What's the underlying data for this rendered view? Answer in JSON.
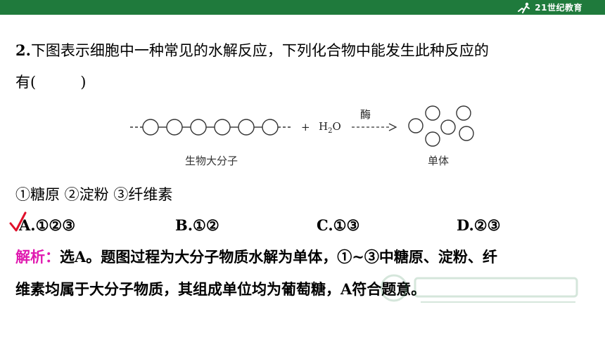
{
  "header": {
    "bar_color": "#1f7a3c",
    "logo_text": "21世纪教育"
  },
  "question": {
    "number": "2.",
    "line1": "下图表示细胞中一种常见的水解反应，下列化合物中能发生此种反应的",
    "line2": "有(　　　)"
  },
  "diagram": {
    "plus": "+",
    "water": "H",
    "water_sub": "2",
    "water_tail": "O",
    "enzyme": "酶",
    "left_caption": "生物大分子",
    "right_caption": "单体"
  },
  "compounds": "①糖原  ②淀粉  ③纤维素",
  "options": [
    {
      "label": "A.①②③"
    },
    {
      "label": "B.①②"
    },
    {
      "label": "C.①③"
    },
    {
      "label": "D.②③"
    }
  ],
  "correct_mark_color": "#e0102a",
  "analysis": {
    "label": "解析：",
    "label_color": "#e01bb0",
    "select_text": "选A。",
    "line1_rest": "题图过程为大分子物质水解为单体，①~③中糖原、淀粉、纤",
    "line2": "维素均属于大分子物质，其组成单位均为葡萄糖，A符合题意。"
  }
}
